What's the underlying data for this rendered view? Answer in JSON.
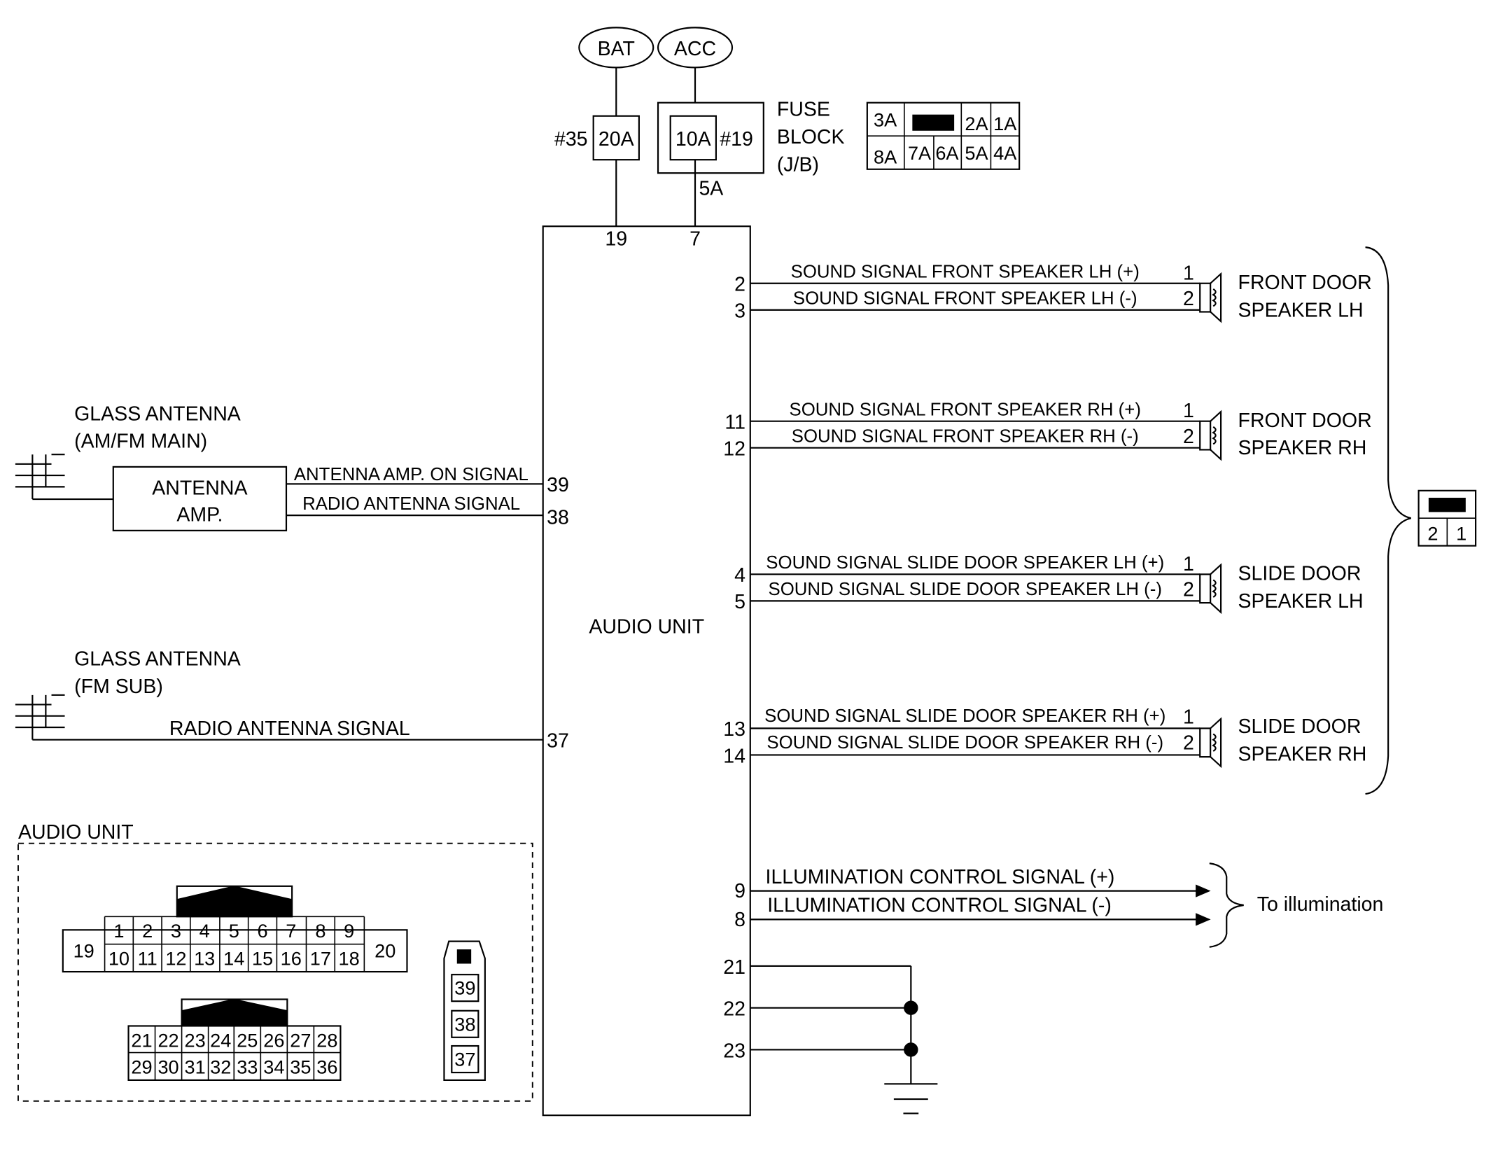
{
  "power": {
    "bat": "BAT",
    "acc": "ACC"
  },
  "fuses": {
    "f35": {
      "id": "#35",
      "rating": "20A"
    },
    "f19": {
      "id": "#19",
      "rating": "10A"
    },
    "block_line1": "FUSE",
    "block_line2": "BLOCK",
    "block_line3": "(J/B)",
    "tap": "5A"
  },
  "fuse_block_connector": {
    "top": [
      "3A",
      "2A",
      "1A"
    ],
    "bottom": [
      "8A",
      "7A",
      "6A",
      "5A",
      "4A"
    ]
  },
  "audio_unit": {
    "label": "AUDIO UNIT",
    "top_pins": [
      "19",
      "7"
    ],
    "left_pins": [
      "39",
      "38",
      "37"
    ],
    "right_pins": [
      "2",
      "3",
      "11",
      "12",
      "4",
      "5",
      "13",
      "14",
      "9",
      "8",
      "21",
      "22",
      "23"
    ]
  },
  "antennas": {
    "main_line1": "GLASS ANTENNA",
    "main_line2": "(AM/FM MAIN)",
    "amp_line1": "ANTENNA",
    "amp_line2": "AMP.",
    "amp_on_signal": "ANTENNA AMP. ON SIGNAL",
    "radio_signal_1": "RADIO ANTENNA SIGNAL",
    "sub_line1": "GLASS ANTENNA",
    "sub_line2": "(FM SUB)",
    "radio_signal_2": "RADIO ANTENNA SIGNAL"
  },
  "speakers": [
    {
      "plus": "SOUND SIGNAL FRONT SPEAKER LH (+)",
      "minus": "SOUND SIGNAL FRONT SPEAKER LH (-)",
      "pin_plus": "1",
      "pin_minus": "2",
      "name1": "FRONT DOOR",
      "name2": "SPEAKER LH"
    },
    {
      "plus": "SOUND SIGNAL FRONT SPEAKER RH (+)",
      "minus": "SOUND SIGNAL FRONT SPEAKER RH (-)",
      "pin_plus": "1",
      "pin_minus": "2",
      "name1": "FRONT DOOR",
      "name2": "SPEAKER RH"
    },
    {
      "plus": "SOUND SIGNAL SLIDE DOOR SPEAKER LH (+)",
      "minus": "SOUND SIGNAL SLIDE DOOR SPEAKER LH (-)",
      "pin_plus": "1",
      "pin_minus": "2",
      "name1": "SLIDE DOOR",
      "name2": "SPEAKER LH"
    },
    {
      "plus": "SOUND SIGNAL SLIDE DOOR SPEAKER RH (+)",
      "minus": "SOUND SIGNAL SLIDE DOOR SPEAKER RH (-)",
      "pin_plus": "1",
      "pin_minus": "2",
      "name1": "SLIDE DOOR",
      "name2": "SPEAKER RH"
    }
  ],
  "speaker_connector": {
    "pins": [
      "2",
      "1"
    ]
  },
  "illumination": {
    "plus": "ILLUMINATION CONTROL SIGNAL (+)",
    "minus": "ILLUMINATION CONTROL SIGNAL (-)",
    "target": "To illumination"
  },
  "connector_view": {
    "title": "AUDIO UNIT",
    "c1_top": [
      "1",
      "2",
      "3",
      "4",
      "5",
      "6",
      "7",
      "8",
      "9"
    ],
    "c1_bottom": [
      "10",
      "11",
      "12",
      "13",
      "14",
      "15",
      "16",
      "17",
      "18"
    ],
    "c1_left": "19",
    "c1_right": "20",
    "c2_top": [
      "21",
      "22",
      "23",
      "24",
      "25",
      "26",
      "27",
      "28"
    ],
    "c2_bottom": [
      "29",
      "30",
      "31",
      "32",
      "33",
      "34",
      "35",
      "36"
    ],
    "c3": [
      "39",
      "38",
      "37"
    ]
  }
}
